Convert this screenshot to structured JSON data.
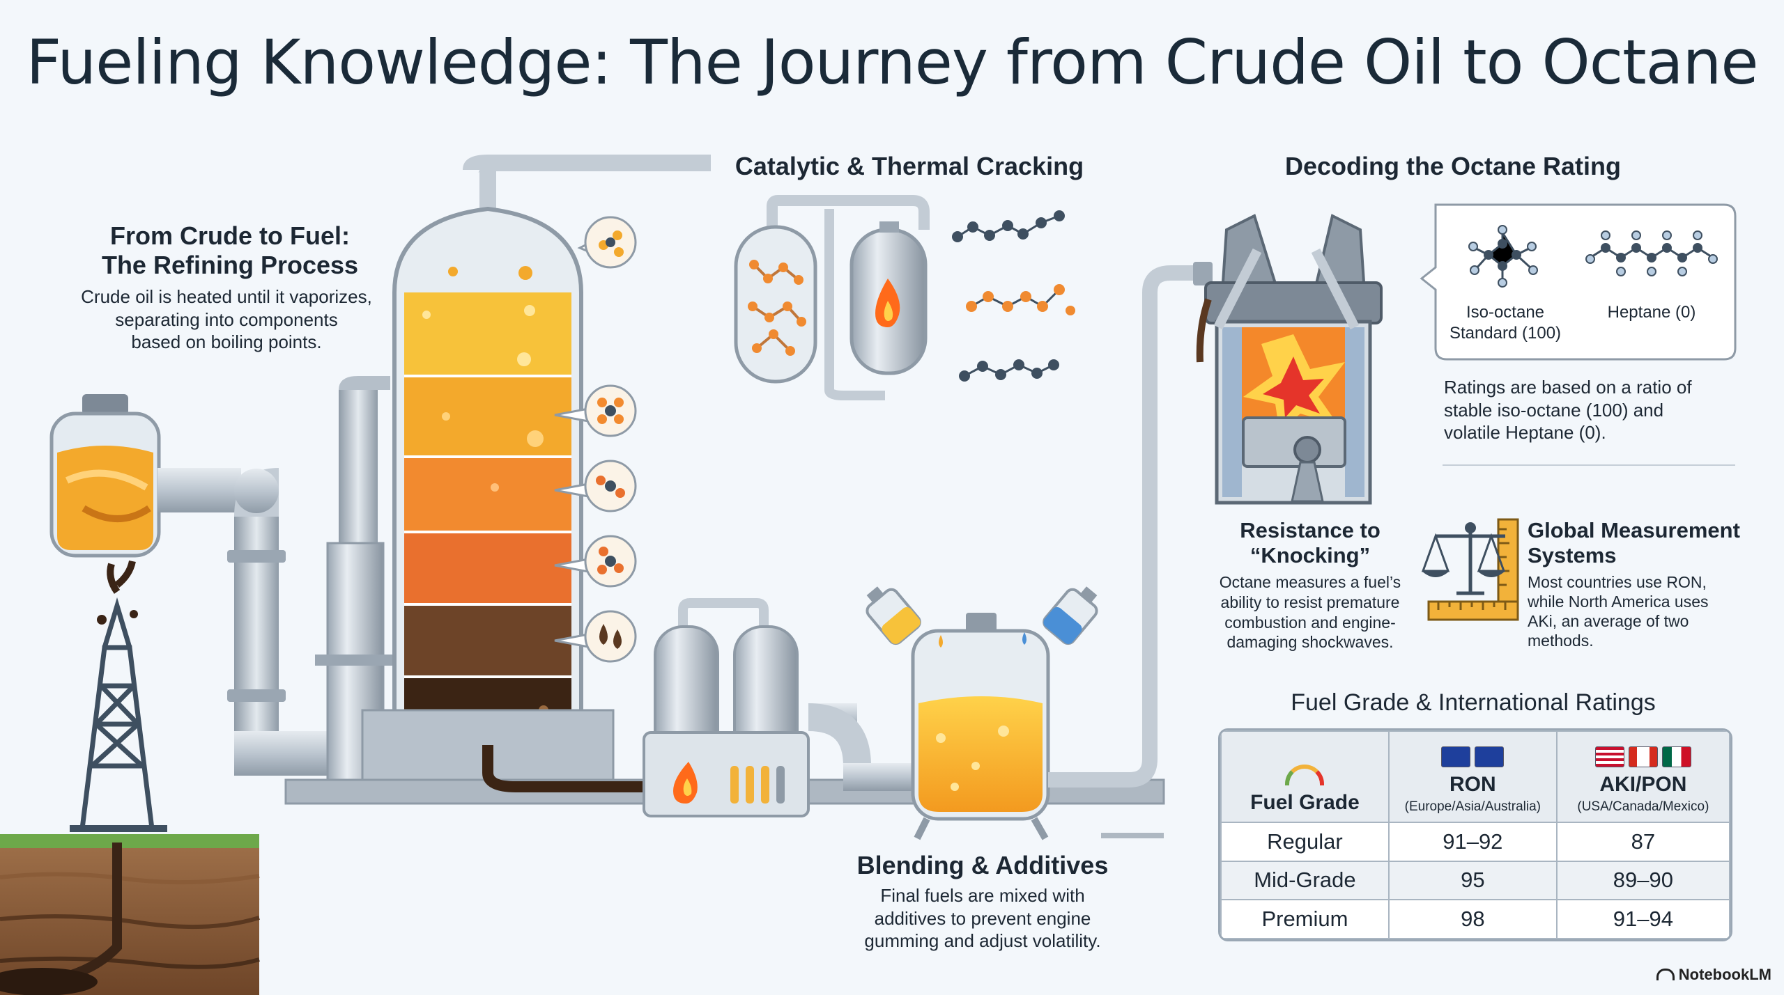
{
  "title": "Fueling Knowledge: The Journey from Crude Oil to Octane",
  "refining": {
    "title_line1": "From Crude to Fuel:",
    "title_line2": "The Refining Process",
    "body_line1": "Crude oil is heated until it vaporizes,",
    "body_line2": "separating into components",
    "body_line3": "based on boiling points."
  },
  "cracking": {
    "title": "Catalytic & Thermal Cracking"
  },
  "blending": {
    "title": "Blending & Additives",
    "body_line1": "Final fuels are mixed with",
    "body_line2": "additives to prevent engine",
    "body_line3": "gumming and adjust volatility."
  },
  "octane": {
    "title": "Decoding the Octane Rating",
    "iso_label_line1": "Iso-octane",
    "iso_label_line2": "Standard (100)",
    "heptane_label": "Heptane (0)",
    "ratio_line1": "Ratings are based on a ratio of",
    "ratio_line2": "stable iso-octane (100) and",
    "ratio_line3": "volatile Heptane (0)."
  },
  "knocking": {
    "title_line1": "Resistance to",
    "title_line2": "“Knocking”",
    "body_line1": "Octane measures a fuel’s",
    "body_line2": "ability to resist premature",
    "body_line3": "combustion and engine-",
    "body_line4": "damaging shockwaves."
  },
  "global": {
    "title_line1": "Global Measurement",
    "title_line2": "Systems",
    "body_line1": "Most countries use RON,",
    "body_line2": "while North America uses",
    "body_line3": "AKi, an average of two",
    "body_line4": "methods."
  },
  "table": {
    "title": "Fuel Grade & International Ratings",
    "headers": [
      {
        "main": "Fuel Grade",
        "sub": ""
      },
      {
        "main": "RON",
        "sub": "(Europe/Asia/Australia)"
      },
      {
        "main": "AKI/PON",
        "sub": "(USA/Canada/Mexico)"
      }
    ],
    "rows": [
      [
        "Regular",
        "91–92",
        "87"
      ],
      [
        "Mid-Grade",
        "95",
        "89–90"
      ],
      [
        "Premium",
        "98",
        "91–94"
      ]
    ]
  },
  "brand": "NotebookLM",
  "colors": {
    "pipe": "#c3ccd5",
    "pipe_dark": "#8e9aa6",
    "gold": "#f7c23a",
    "amber": "#f3a92c",
    "orange": "#f28a2f",
    "burnt": "#e9702e",
    "brown": "#6d4428",
    "crude": "#3b2414",
    "flame": "#ff6a1a"
  }
}
